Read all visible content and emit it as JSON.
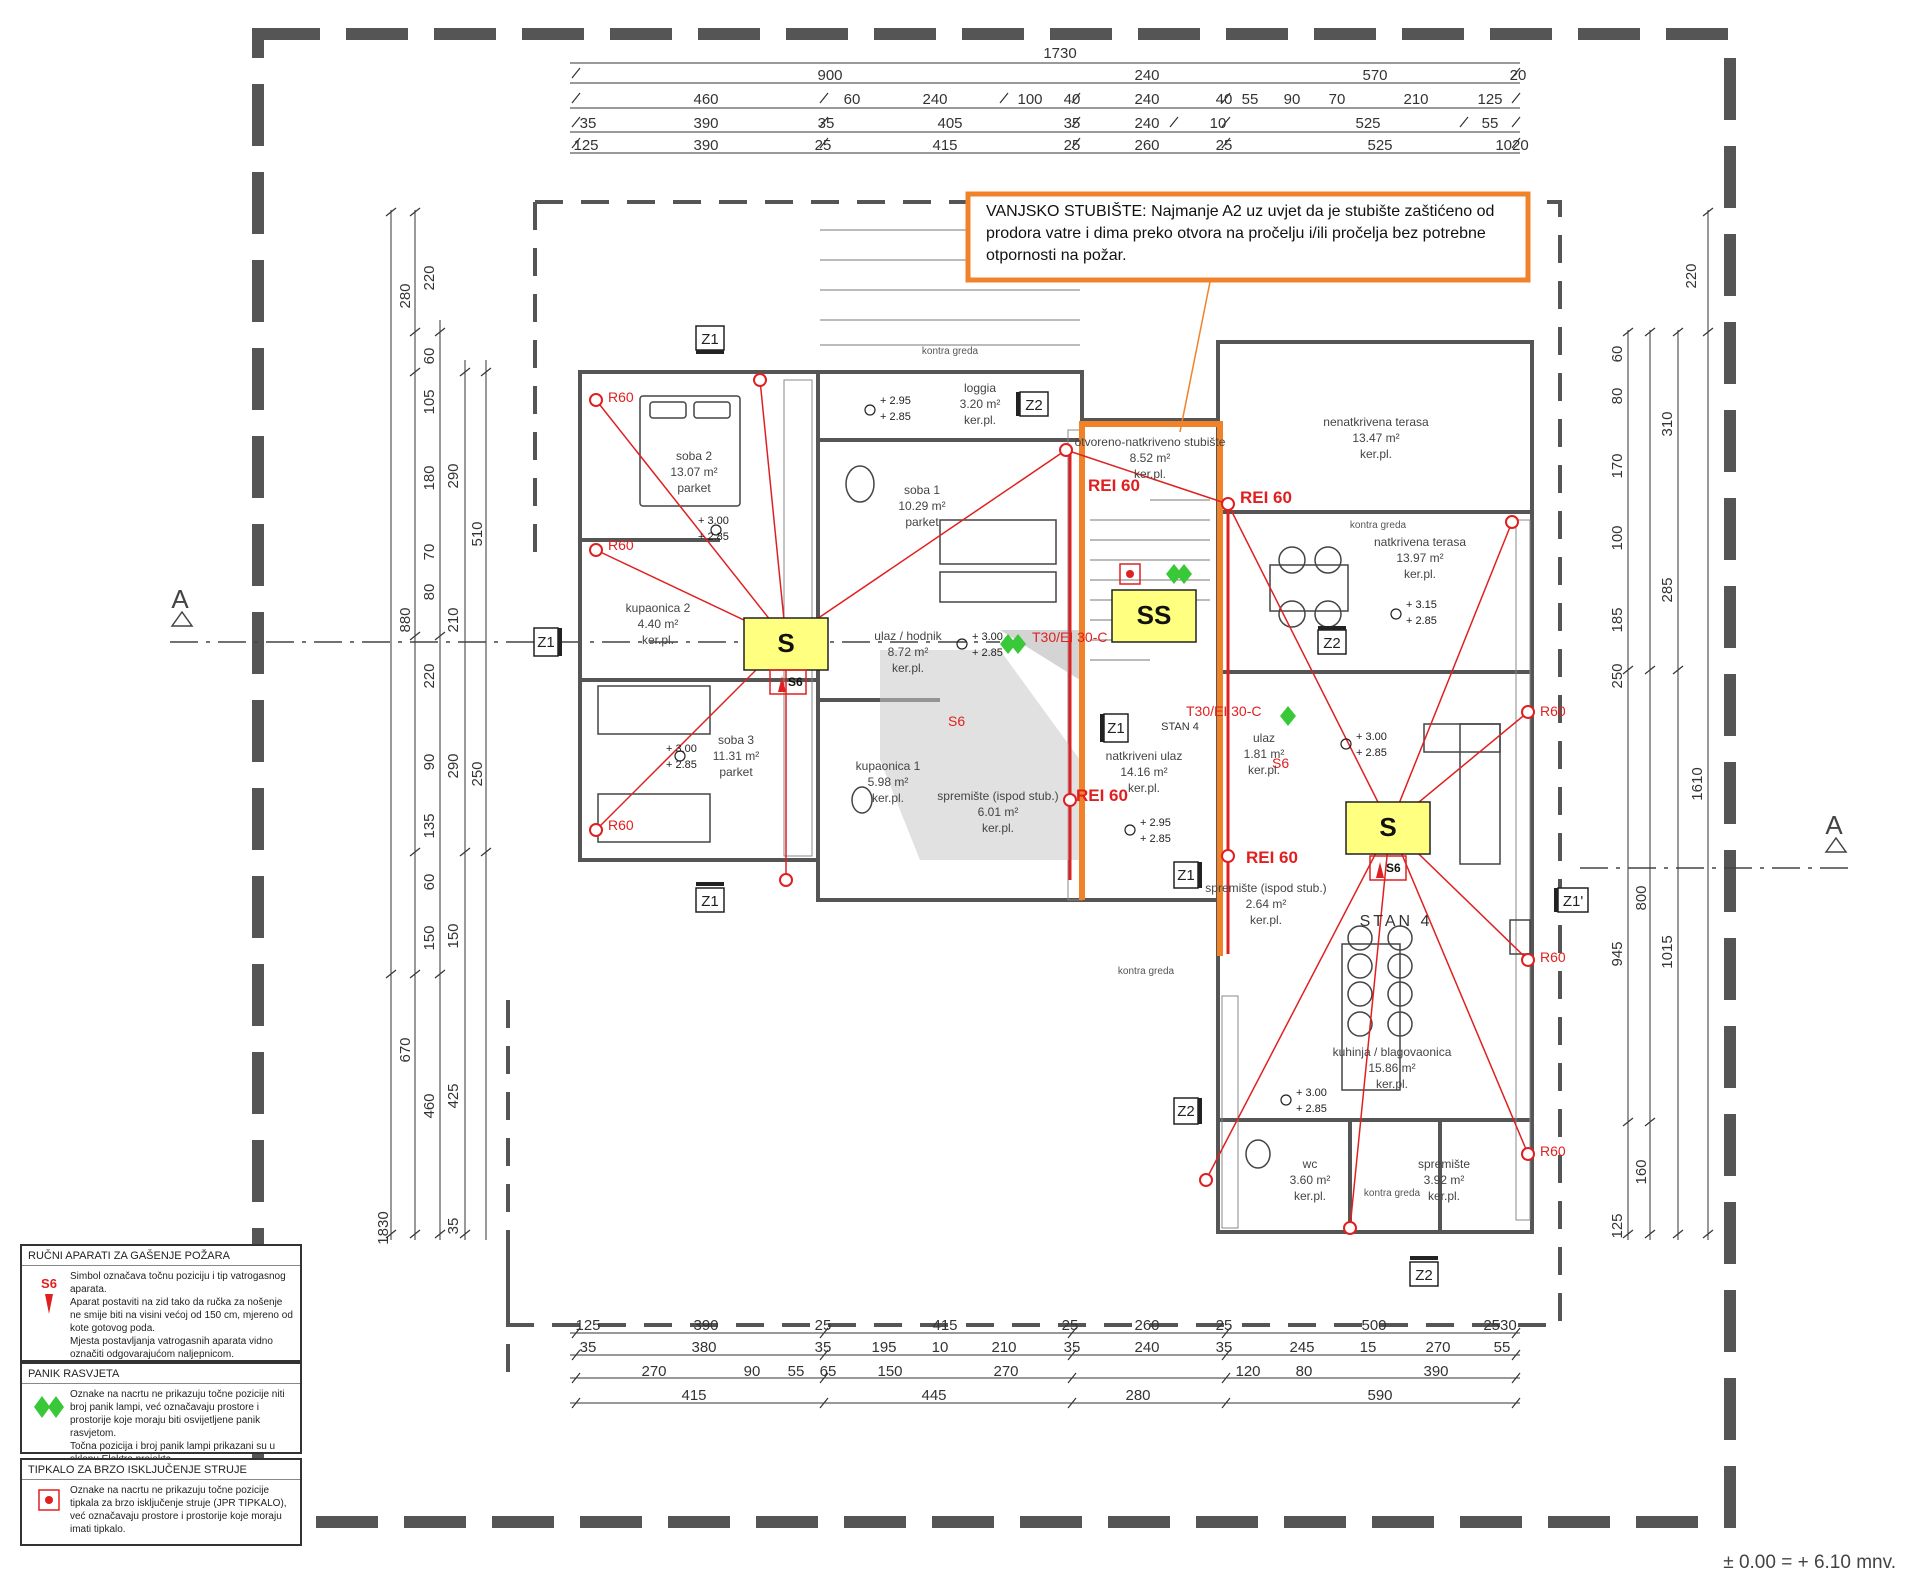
{
  "overall": {
    "width_label": "1730",
    "height_label": "1830"
  },
  "dims_top": {
    "row1": [
      "900",
      "240",
      "570"
    ],
    "row2": [
      "460",
      "60",
      "240",
      "100",
      "40",
      "240",
      "40",
      "55",
      "90",
      "70",
      "210",
      "125",
      "20"
    ],
    "row3": [
      "35",
      "390",
      "35",
      "405",
      "35",
      "240",
      "10",
      "525",
      "55"
    ],
    "row4": [
      "125",
      "390",
      "25",
      "415",
      "25",
      "260",
      "25",
      "525",
      "1020"
    ]
  },
  "dims_bottom": {
    "row1": [
      "125",
      "390",
      "25",
      "415",
      "25",
      "260",
      "25",
      "500",
      "2530"
    ],
    "row2": [
      "35",
      "380",
      "35",
      "195",
      "10",
      "210",
      "35",
      "240",
      "35",
      "245",
      "15",
      "270",
      "55"
    ],
    "row3": [
      "270",
      "90",
      "55",
      "65",
      "150",
      "270",
      "120",
      "80",
      "390"
    ],
    "row4": [
      "415",
      "445",
      "280",
      "590"
    ]
  },
  "dims_left": {
    "col1": [
      "880",
      "670"
    ],
    "col2": [
      "280",
      "60",
      "105",
      "180",
      "70",
      "80",
      "210",
      "220",
      "90",
      "135",
      "60",
      "150",
      "460"
    ],
    "col3": [
      "220",
      "290",
      "290",
      "150",
      "425",
      "35"
    ],
    "col4": [
      "510",
      "250"
    ]
  },
  "dims_right": {
    "col1": [
      "220",
      "310",
      "285",
      "1610",
      "1015"
    ],
    "col2": [
      "60",
      "80",
      "170",
      "100",
      "185",
      "250",
      "800",
      "945",
      "160",
      "125"
    ]
  },
  "section_marker": "A",
  "note_box": {
    "lines": [
      "VANJSKO STUBIŠTE: Najmanje A2 uz uvjet da je stubište zaštićeno od",
      "prodora vatre i dima preko otvora na pročelju i/ili pročelja bez potrebne",
      "otpornosti na požar."
    ]
  },
  "zone_labels": [
    "Z1",
    "Z2",
    "Z1'"
  ],
  "rooms": [
    {
      "name": "soba 2",
      "area": "13.07 m²",
      "floor": "parket"
    },
    {
      "name": "soba 1",
      "area": "10.29 m²",
      "floor": "parket"
    },
    {
      "name": "loggia",
      "area": "3.20 m²",
      "floor": "ker.pl."
    },
    {
      "name": "kupaonica 2",
      "area": "4.40 m²",
      "floor": "ker.pl."
    },
    {
      "name": "ulaz / hodnik",
      "area": "8.72 m²",
      "floor": "ker.pl."
    },
    {
      "name": "soba 3",
      "area": "11.31 m²",
      "floor": "parket"
    },
    {
      "name": "kupaonica 1",
      "area": "5.98 m²",
      "floor": "ker.pl."
    },
    {
      "name": "spremište (ispod stub.)",
      "area": "6.01 m²",
      "floor": "ker.pl."
    },
    {
      "name": "otvoreno-natkriveno stubište",
      "area": "8.52 m²",
      "floor": "ker.pl."
    },
    {
      "name": "natkriveni ulaz",
      "area": "14.16 m²",
      "floor": "ker.pl."
    },
    {
      "name": "nenatkrivena terasa",
      "area": "13.47 m²",
      "floor": "ker.pl."
    },
    {
      "name": "natkrivena terasa",
      "area": "13.97 m²",
      "floor": "ker.pl."
    },
    {
      "name": "ulaz",
      "area": "1.81 m²",
      "floor": "ker.pl."
    },
    {
      "name": "spremište (ispod stub.)",
      "area": "2.64 m²",
      "floor": "ker.pl."
    },
    {
      "name": "kuhinja / blagovaonica",
      "area": "15.86 m²",
      "floor": "ker.pl."
    },
    {
      "name": "wc",
      "area": "3.60 m²",
      "floor": "ker.pl."
    },
    {
      "name": "spremište",
      "area": "3.92 m²",
      "floor": "ker.pl."
    }
  ],
  "unit_labels": {
    "stan4_big": "STAN 4",
    "stan4_small": "STAN 4"
  },
  "beam_label": "kontra greda",
  "levels": {
    "a": "+ 3.00",
    "b": "+ 2.85",
    "c": "+ 2.95",
    "d": "+ 3.15"
  },
  "fire": {
    "rei": "REI 60",
    "r60": "R60",
    "door1": "T30/EI 30-C",
    "s6": "S6"
  },
  "symbols": {
    "s": "S",
    "ss": "SS"
  },
  "legend": {
    "sec1_title": "RUČNI APARATI ZA GAŠENJE POŽARA",
    "sec1_text": [
      "Simbol označava točnu poziciju i tip vatrogasnog aparata.",
      "Aparat postaviti na zid tako da ručka za nošenje ne smije biti na visini većoj od 150 cm, mjereno od kote gotovog poda.",
      "Mjesta postavljanja vatrogasnih aparata vidno označiti odgovarajućom naljepnicom."
    ],
    "sec1_sym": "S6",
    "sec2_title": "PANIK RASVJETA",
    "sec2_text": [
      "Oznake na nacrtu ne prikazuju točne pozicije niti broj panik lampi, već označavaju prostore i prostorije koje moraju biti osvijetljene panik rasvjetom.",
      "Točna pozicija i broj panik lampi prikazani su u sklopu Elektro projekta."
    ],
    "sec3_title": "TIPKALO ZA BRZO ISKLJUČENJE STRUJE",
    "sec3_text": [
      "Oznake na nacrtu ne prikazuju točne pozicije tipkala za brzo isključenje struje (JPR TIPKALO), već označavaju prostore i prostorije koje moraju imati tipkalo."
    ]
  },
  "elevation": "± 0.00 = + 6.10 mnv.",
  "colors": {
    "red": "#e02020",
    "orange": "#f0822a",
    "yellow": "#ffff80",
    "green": "#38c838"
  }
}
